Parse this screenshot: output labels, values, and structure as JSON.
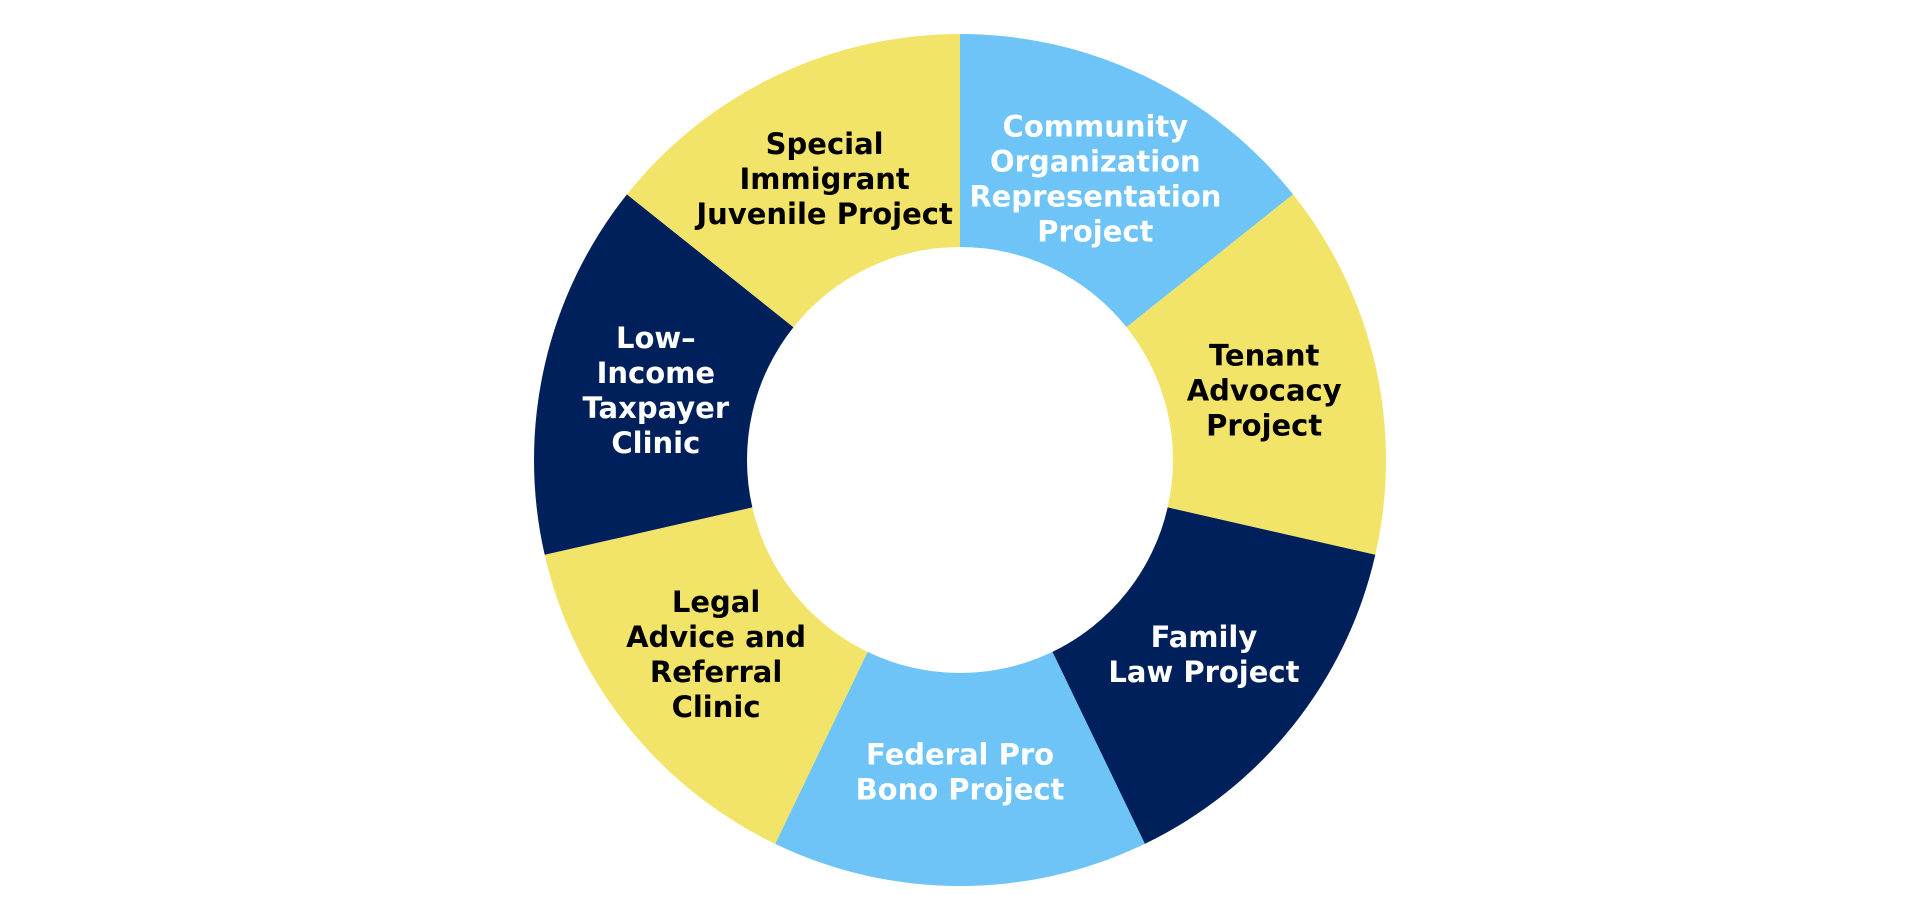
{
  "chart_data": {
    "type": "pie",
    "donut": true,
    "title": "",
    "categories": [
      "Community Organization Representation Project",
      "Tenant Advocacy Project",
      "Family Law Project",
      "Federal Pro Bono Project",
      "Legal Advice and Referral Clinic",
      "Low-Income Taxpayer Clinic",
      "Special Immigrant Juvenile Project"
    ],
    "values": [
      1,
      1,
      1,
      1,
      1,
      1,
      1
    ],
    "labels": [
      [
        "Community",
        "Organization",
        "Representation",
        "Project"
      ],
      [
        "Tenant",
        "Advocacy",
        "Project"
      ],
      [
        "Family",
        "Law Project"
      ],
      [
        "Federal Pro",
        "Bono Project"
      ],
      [
        "Legal",
        "Advice and",
        "Referral",
        "Clinic"
      ],
      [
        "Low–",
        "Income",
        "Taxpayer",
        "Clinic"
      ],
      [
        "Special",
        "Immigrant",
        "Juvenile Project"
      ]
    ],
    "colors": [
      "#6EC4F7",
      "#F2E369",
      "#00205B",
      "#6EC4F7",
      "#F2E369",
      "#00205B",
      "#F2E369"
    ],
    "text_colors": [
      "#FFFFFF",
      "#000000",
      "#FFFFFF",
      "#FFFFFF",
      "#000000",
      "#FFFFFF",
      "#000000"
    ],
    "start_angle_deg": 0,
    "direction": "clockwise"
  }
}
